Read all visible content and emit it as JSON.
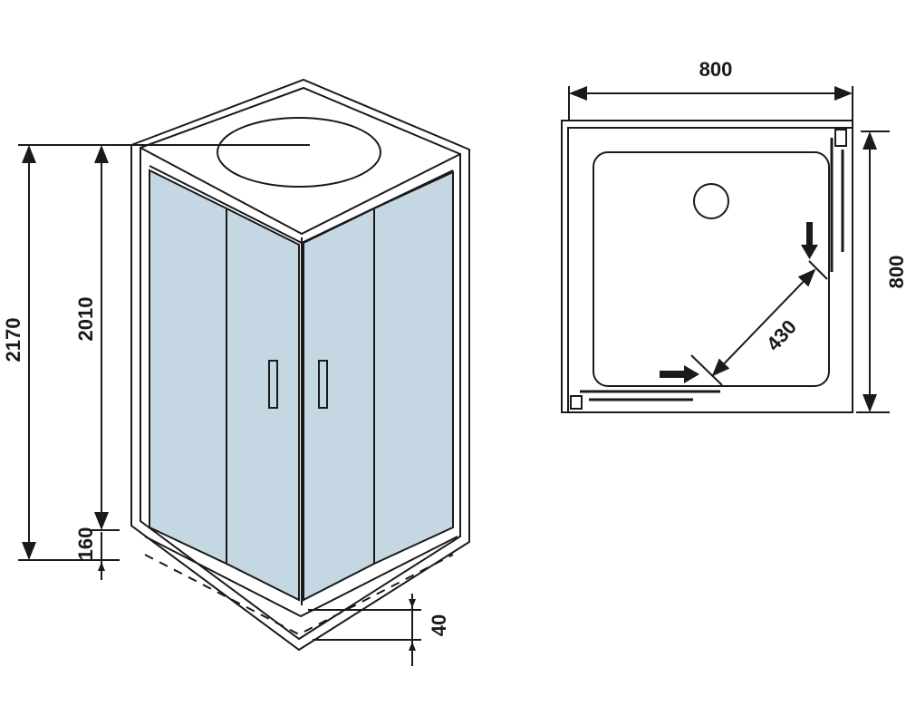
{
  "drawing": {
    "elevation": {
      "total_height": "2170",
      "cabin_height": "2010",
      "tray_height": "160",
      "tray_step": "40"
    },
    "plan": {
      "width": "800",
      "depth": "800",
      "door_opening": "430"
    }
  },
  "colors": {
    "glass": "#c5d7e2",
    "line": "#1a1a1a"
  }
}
